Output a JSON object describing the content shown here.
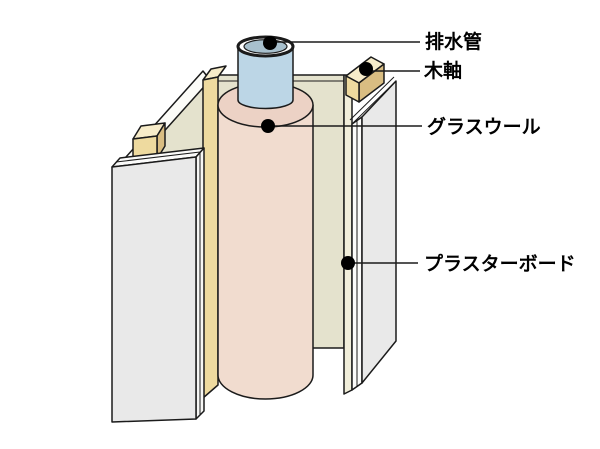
{
  "diagram": {
    "title": "pipe-insulation-wall-section",
    "parts": [
      {
        "id": "drain-pipe",
        "label": "排水管"
      },
      {
        "id": "wood-frame",
        "label": "木軸"
      },
      {
        "id": "glass-wool",
        "label": "グラスウール"
      },
      {
        "id": "plaster-board",
        "label": "プラスターボード"
      }
    ]
  },
  "colors": {
    "background": "#ffffff",
    "outline": "#1b1b1b",
    "pipe_body": "#bcd6e6",
    "pipe_top": "#a8c0cd",
    "glasswool_body": "#f1dccf",
    "glasswool_top": "#ecd2c5",
    "wood_front": "#eeda9f",
    "wood_top": "#f7ecc9",
    "wood_side": "#d9bd82",
    "board_front": "#e9e9e9",
    "board_side": "#f7f7f5",
    "board_top": "#fbfbfa",
    "back_panel": "#e4e2cd",
    "back_panel_edge": "#f1eeda"
  }
}
